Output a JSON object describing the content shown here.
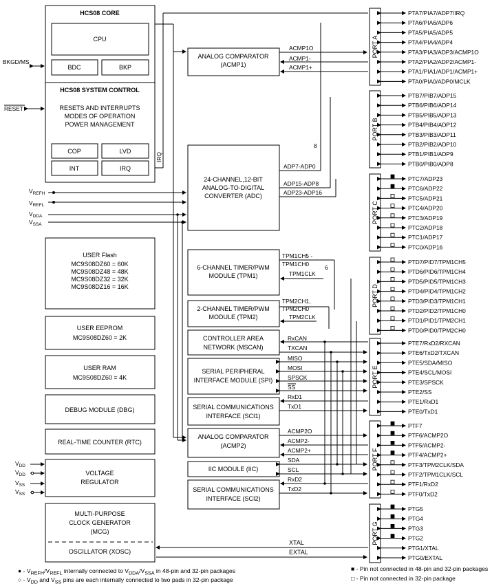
{
  "cpu_side": {
    "core_title": "HCS08 CORE",
    "cpu": "CPU",
    "bdc": "BDC",
    "bkp": "BKP",
    "sysctl_title": "HCS08 SYSTEM CONTROL",
    "sysctl_lines": [
      "RESETS AND INTERRUPTS",
      "MODES OF OPERATION",
      "POWER MANAGEMENT"
    ],
    "cop": "COP",
    "lvd": "LVD",
    "int": "INT",
    "irq": "IRQ",
    "irq_line": "IRQ"
  },
  "left_pins": {
    "bkgd": "BKGD/MS",
    "reset": "RESET",
    "vrefh": "REFH",
    "vrefl": "REFL",
    "vdda": "DDA",
    "vssa": "SSA",
    "v": "V",
    "vdd_sub": "DD",
    "vss_sub": "SS"
  },
  "memory": {
    "flash_title": "USER Flash",
    "flash_lines": [
      "MC9S08DZ60 = 60K",
      "MC9S08DZ48 = 48K",
      "MC9S08DZ32 = 32K",
      "MC9S08DZ16 = 16K"
    ],
    "eeprom_title": "USER EEPROM",
    "eeprom_line": "MC9S08DZ60 = 2K",
    "ram_title": "USER RAM",
    "ram_line": "MC9S08DZ60 = 4K",
    "dbg": "DEBUG MODULE (DBG)",
    "rtc": "REAL-TIME COUNTER (RTC)",
    "vreg_lines": [
      "VOLTAGE",
      "REGULATOR"
    ],
    "mcg_lines": [
      "MULTI-PURPOSE",
      "CLOCK GENERATOR",
      "(MCG)"
    ],
    "osc": "OSCILLATOR (XOSC)"
  },
  "modules": {
    "acmp1": [
      "ANALOG COMPARATOR",
      "(ACMP1)"
    ],
    "adc": [
      "24-CHANNEL,12-BIT",
      "ANALOG-TO-DIGITAL",
      "CONVERTER (ADC)"
    ],
    "tpm1": [
      "6-CHANNEL TIMER/PWM",
      "MODULE (TPM1)"
    ],
    "tpm2": [
      "2-CHANNEL TIMER/PWM",
      "MODULE (TPM2)"
    ],
    "mscan": [
      "CONTROLLER AREA",
      "NETWORK (MSCAN)"
    ],
    "spi": [
      "SERIAL PERIPHERAL",
      "INTERFACE MODULE (SPI)"
    ],
    "sci1": [
      "SERIAL COMMUNICATIONS",
      "INTERFACE (SCI1)"
    ],
    "acmp2": [
      "ANALOG COMPARATOR",
      "(ACMP2)"
    ],
    "iic": "IIC MODULE (IIC)",
    "sci2": [
      "SERIAL COMMUNICATIONS",
      "INTERFACE (SCI2)"
    ]
  },
  "signals": {
    "acmp1o": "ACMP1O",
    "acmp1m": "ACMP1-",
    "acmp1p": "ACMP1+",
    "bus8": "8",
    "adp7": "ADP7-ADP0",
    "adp15": "ADP15-ADP8",
    "adp23": "ADP23-ADP16",
    "tpm1ch5": "TPM1CH5 -",
    "tpm1ch0": "TPM1CH0",
    "bus6": "6",
    "tpm1clk": "TPM1CLK",
    "tpm2ch1": "TPM2CH1,",
    "tpm2ch0": "TPM2CH0",
    "tpm2clk": "TPM2CLK",
    "rxcan": "RxCAN",
    "txcan": "TXCAN",
    "miso": "MISO",
    "mosi": "MOSI",
    "spsck": "SPSCK",
    "ss": "SS",
    "rxd1": "RxD1",
    "txd1": "TxD1",
    "acmp2o": "ACMP2O",
    "acmp2m": "ACMP2-",
    "acmp2p": "ACMP2+",
    "sda": "SDA",
    "scl": "SCL",
    "rxd2": "RxD2",
    "txd2": "TxD2",
    "xtal": "XTAL",
    "extal": "EXTAL"
  },
  "ports": [
    {
      "name": "PORT A",
      "pins": [
        "PTA7/PIA7/ADP7/IRQ",
        "PTA6/PIA6/ADP6",
        "PTA5/PIA5/ADP5",
        "PTA4/PIA4/ADP4",
        "PTA3/PIA3/ADP3/ACMP1O",
        "PTA2/PIA2/ADP2/ACMP1-",
        "PTA1/PIA1/ADP1/ACMP1+",
        "PTA0/PIA0/ADP0/MCLK"
      ]
    },
    {
      "name": "PORT B",
      "pins": [
        "PTB7/PIB7/ADP15",
        "PTB6/PIB6/ADP14",
        "PTB5/PIB5/ADP13",
        "PTB4/PIB4/ADP12",
        "PTB3/PIB3/ADP11",
        "PTB2/PIB2/ADP10",
        "PTB1/PIB1/ADP9",
        "PTB0/PIB0/ADP8"
      ]
    },
    {
      "name": "PORT C",
      "pins": [
        "PTC7/ADP23",
        "PTC6/ADP22",
        "PTC5/ADP21",
        "PTC4/ADP20",
        "PTC3/ADP19",
        "PTC2/ADP18",
        "PTC1/ADP17",
        "PTC0/ADP16"
      ]
    },
    {
      "name": "PORT D",
      "pins": [
        "PTD7/PID7/TPM1CH5",
        "PTD6/PID6/TPM1CH4",
        "PTD5/PID5/TPM1CH3",
        "PTD4/PID4/TPM1CH2",
        "PTD3/PID3/TPM1CH1",
        "PTD2/PID2/TPM1CH0",
        "PTD1/PID1/TPM2CH1",
        "PTD0/PID0/TPM2CH0"
      ]
    },
    {
      "name": "PORT E",
      "pins": [
        "PTE7/RxD2/RXCAN",
        "PTE6/TxD2/TXCAN",
        "PTE5/SDA/MISO",
        "PTE4/SCL/MOSI",
        "PTE3/SPSCK",
        "PTE2/SS",
        "PTE1/RxD1",
        "PTE0/TxD1"
      ]
    },
    {
      "name": "PORT F",
      "pins": [
        "PTF7",
        "PTF6/ACMP2O",
        "PTF5/ACMP2-",
        "PTF4/ACMP2+",
        "PTF3/TPM2CLK/SDA",
        "PTF2/TPM1CLK/SCL",
        "PTF1/RxD2",
        "PTF0/TxD2"
      ]
    },
    {
      "name": "PORT G",
      "pins": [
        "PTG5",
        "PTG4",
        "PTG3",
        "PTG2",
        "PTG1/XTAL",
        "PTG0/EXTAL"
      ]
    }
  ],
  "notes": {
    "note1_a": "- V",
    "note1_b": "REFH",
    "note1_c": "/V",
    "note1_d": "REFL",
    "note1_e": " internally connected to V",
    "note1_f": "DDA",
    "note1_g": "/V",
    "note1_h": "SSA",
    "note1_i": " in 48-pin and 32-pin packages",
    "note2_a": "- V",
    "note2_b": "DD",
    "note2_c": " and V",
    "note2_d": "SS",
    "note2_e": " pins are each internally connected to two pads in 32-pin package",
    "note3": "- Pin not connected in 48-pin and 32-pin packages",
    "note4": "- Pin not connected in 32-pin package"
  }
}
